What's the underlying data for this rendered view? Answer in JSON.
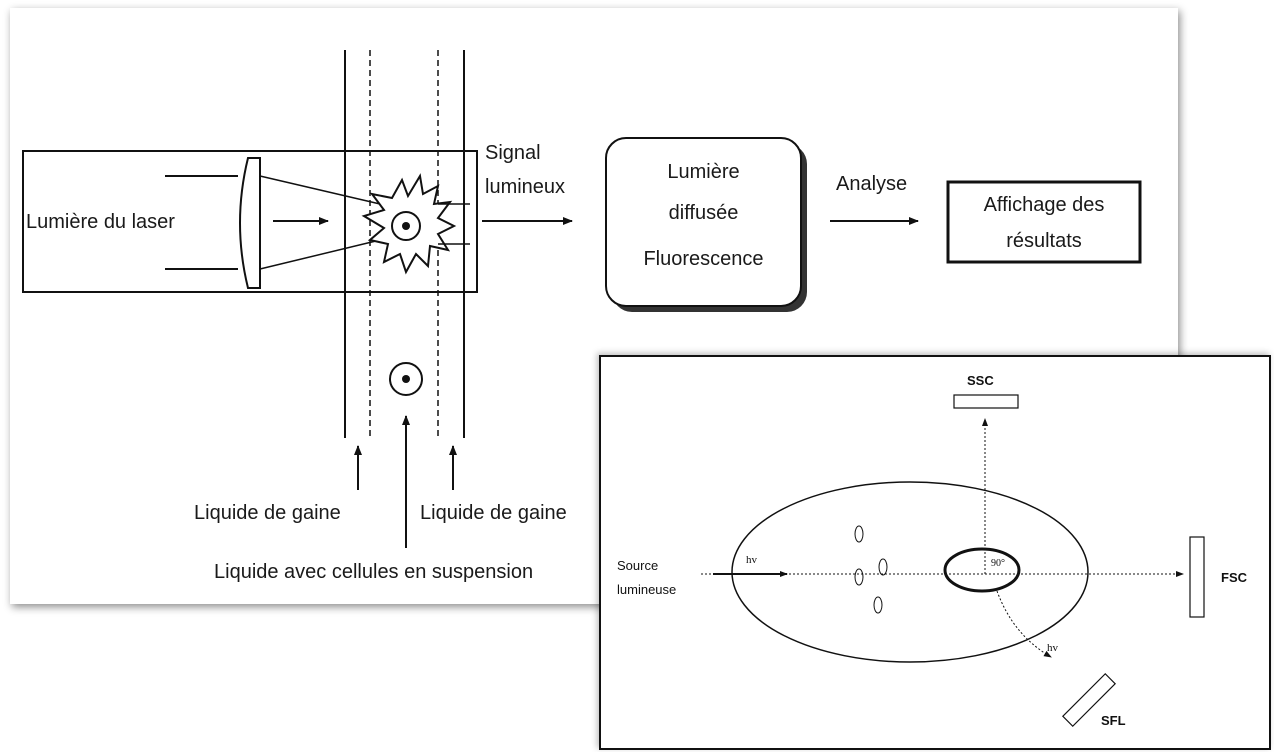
{
  "flow_diagram": {
    "laser_label": "Lumière du laser",
    "signal_label_1": "Signal",
    "signal_label_2": "lumineux",
    "box_main_line1": "Lumière",
    "box_main_line2": "diffusée",
    "box_main_line3": "Fluorescence",
    "analyse_label": "Analyse",
    "results_line1": "Affichage des",
    "results_line2": "résultats",
    "sheath_left": "Liquide de gaine",
    "sheath_right": "Liquide de gaine",
    "sample_label": "Liquide avec cellules en suspension"
  },
  "scatter_diagram": {
    "ssc_label": "SSC",
    "fsc_label": "FSC",
    "sfl_label": "SFL",
    "source_line1": "Source",
    "source_line2": "lumineuse",
    "hv_incident": "hv",
    "hv_emitted": "hv",
    "angle_label": "90°"
  }
}
